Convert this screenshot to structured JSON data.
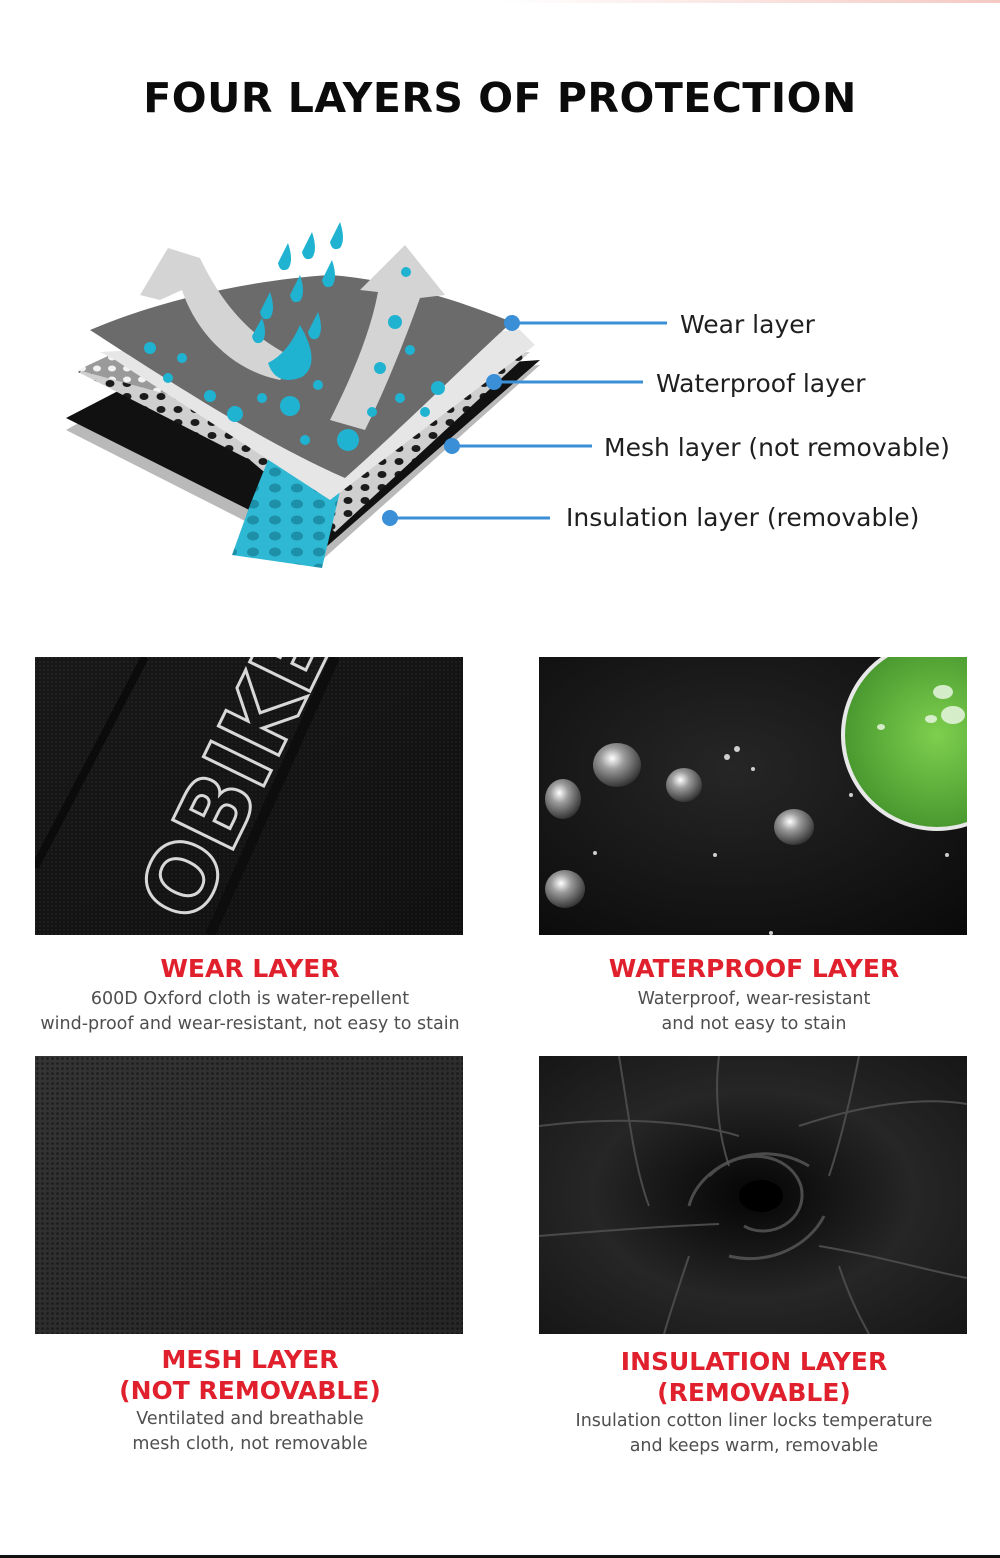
{
  "page": {
    "title": "FOUR LAYERS OF PROTECTION"
  },
  "diagram": {
    "callouts": [
      {
        "label": "Wear layer"
      },
      {
        "label": "Waterproof layer"
      },
      {
        "label": "Mesh layer (not removable)"
      },
      {
        "label": "Insulation layer (removable)"
      }
    ],
    "colors": {
      "callout_line": "#3a8fd6",
      "water_drop": "#1fb3d1",
      "wear_layer": "#6e6e6e",
      "air_arrow": "#d2d2d2"
    }
  },
  "cards": [
    {
      "title": "WEAR LAYER",
      "title_line2": "",
      "desc_line1": "600D Oxford cloth is water-repellent",
      "desc_line2": "wind-proof and wear-resistant, not easy to stain",
      "image_text": "OBIKE"
    },
    {
      "title": "WATERPROOF LAYER",
      "title_line2": "",
      "desc_line1": "Waterproof, wear-resistant",
      "desc_line2": "and not easy to stain"
    },
    {
      "title": "MESH LAYER",
      "title_line2": "(NOT REMOVABLE)",
      "desc_line1": "Ventilated and breathable",
      "desc_line2": "mesh cloth, not removable"
    },
    {
      "title": "INSULATION LAYER",
      "title_line2": "(REMOVABLE)",
      "desc_line1": "Insulation cotton liner locks temperature",
      "desc_line2": "and keeps warm, removable"
    }
  ],
  "colors": {
    "title": "#0b0b0b",
    "card_title": "#e0202c",
    "card_desc": "#4f4f4f"
  }
}
